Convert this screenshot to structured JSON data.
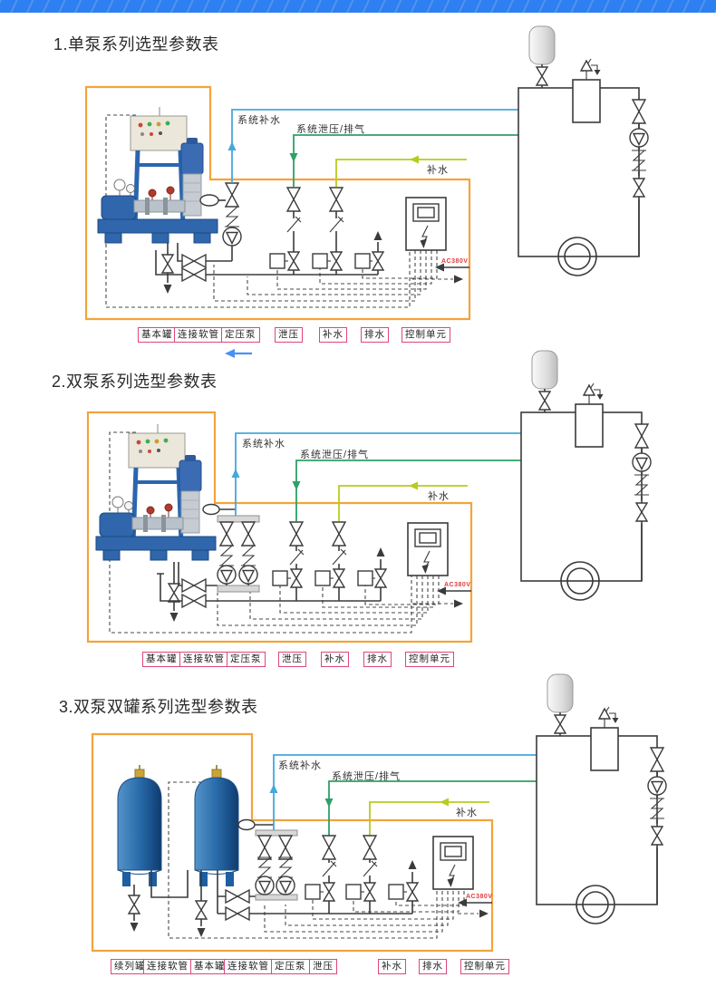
{
  "banner": {
    "color": "#2E7FF0"
  },
  "colors": {
    "orange_border": "#F2A43C",
    "pink_label_border": "#E0457F",
    "line_blue": "#45A7DC",
    "line_green": "#2FA066",
    "line_yellow": "#B7CC1E",
    "power_red": "#E03B3B",
    "pipe": "#3B3B3B",
    "flow_arrow_blue": "#4A90F5"
  },
  "sections": [
    {
      "title": "1.单泵系列选型参数表",
      "labels": {
        "system_makeup": "系统补水",
        "system_relief": "系统泄压/排气",
        "makeup": "补水",
        "power": "AC380V"
      },
      "legend": [
        "基本罐",
        "连接软管",
        "定压泵",
        "泄压",
        "补水",
        "排水",
        "控制单元"
      ]
    },
    {
      "title": "2.双泵系列选型参数表",
      "labels": {
        "system_makeup": "系统补水",
        "system_relief": "系统泄压/排气",
        "makeup": "补水",
        "power": "AC380V"
      },
      "legend": [
        "基本罐",
        "连接软管",
        "定压泵",
        "泄压",
        "补水",
        "排水",
        "控制单元"
      ]
    },
    {
      "title": "3.双泵双罐系列选型参数表",
      "labels": {
        "system_makeup": "系统补水",
        "system_relief": "系统泄压/排气",
        "makeup": "补水",
        "power": "AC380V"
      },
      "legend": [
        "续列罐",
        "连接软管",
        "基本罐",
        "连接软管",
        "定压泵",
        "泄压",
        "补水",
        "排水",
        "控制单元"
      ]
    }
  ]
}
